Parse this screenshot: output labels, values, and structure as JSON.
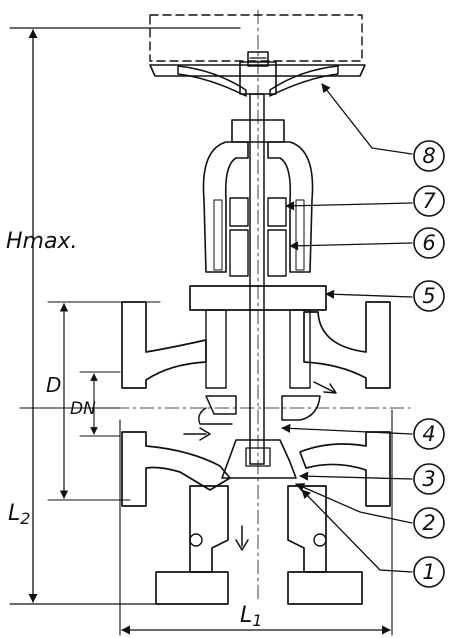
{
  "dimensions": {
    "h_max": "Hmax.",
    "d": "D",
    "dn": "DN",
    "l2": "L",
    "l2_sub": "2",
    "l1": "L",
    "l1_sub": "1"
  },
  "callouts": [
    {
      "id": 8,
      "text": "8"
    },
    {
      "id": 7,
      "text": "7"
    },
    {
      "id": 6,
      "text": "6"
    },
    {
      "id": 5,
      "text": "5"
    },
    {
      "id": 4,
      "text": "4"
    },
    {
      "id": 3,
      "text": "3"
    },
    {
      "id": 2,
      "text": "2"
    },
    {
      "id": 1,
      "text": "1"
    }
  ],
  "colors": {
    "ink": "#111111",
    "paper": "#ffffff"
  }
}
